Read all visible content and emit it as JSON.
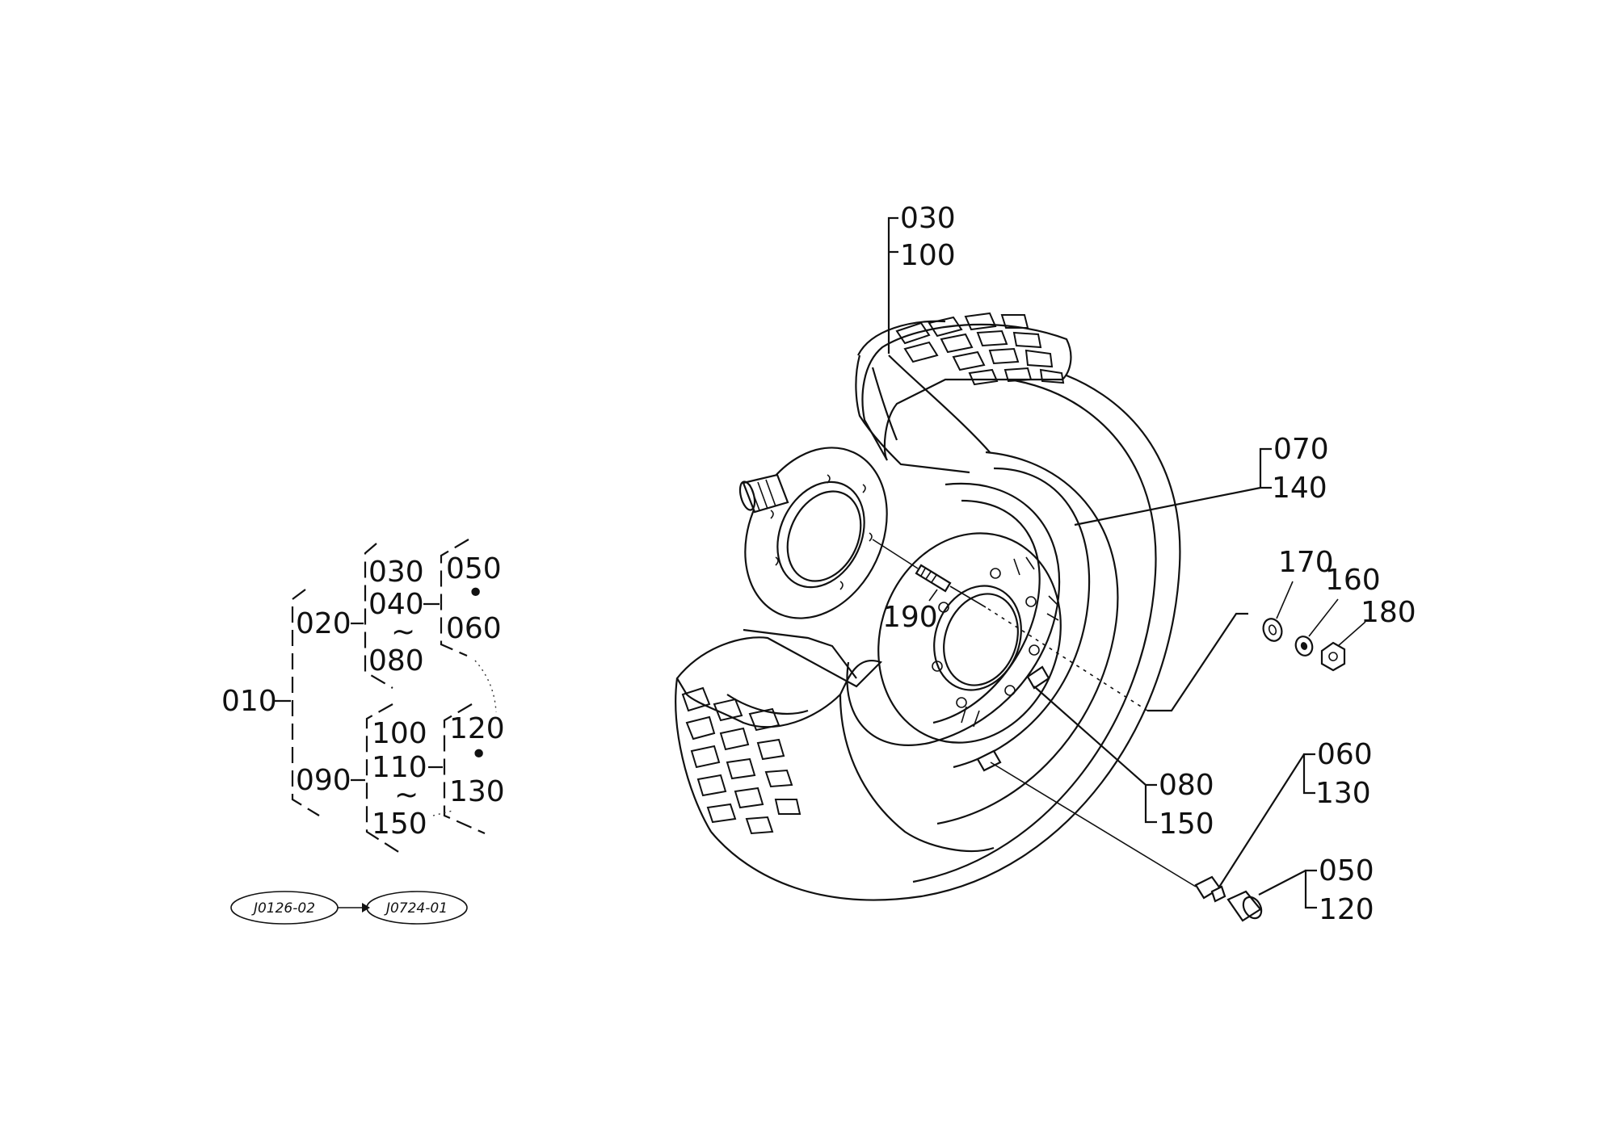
{
  "tree": {
    "root": "010",
    "branch_upper": "020",
    "branch_lower": "090",
    "upper_group": [
      "030",
      "040",
      "080"
    ],
    "upper_sub": [
      "050",
      "060"
    ],
    "lower_group": [
      "100",
      "110",
      "150"
    ],
    "lower_sub": [
      "120",
      "130"
    ],
    "range_mark": "~",
    "sub_mark": "•"
  },
  "references": {
    "from": "J0126-02",
    "to": "J0724-01"
  },
  "callouts": {
    "tire_top": [
      "030",
      "100"
    ],
    "rim": [
      "070",
      "140"
    ],
    "washer": "170",
    "lock_washer": "160",
    "nut": "180",
    "stud": "190",
    "valve_insert": [
      "080",
      "150"
    ],
    "valve_stem": [
      "060",
      "130"
    ],
    "valve_cap": [
      "050",
      "120"
    ]
  }
}
